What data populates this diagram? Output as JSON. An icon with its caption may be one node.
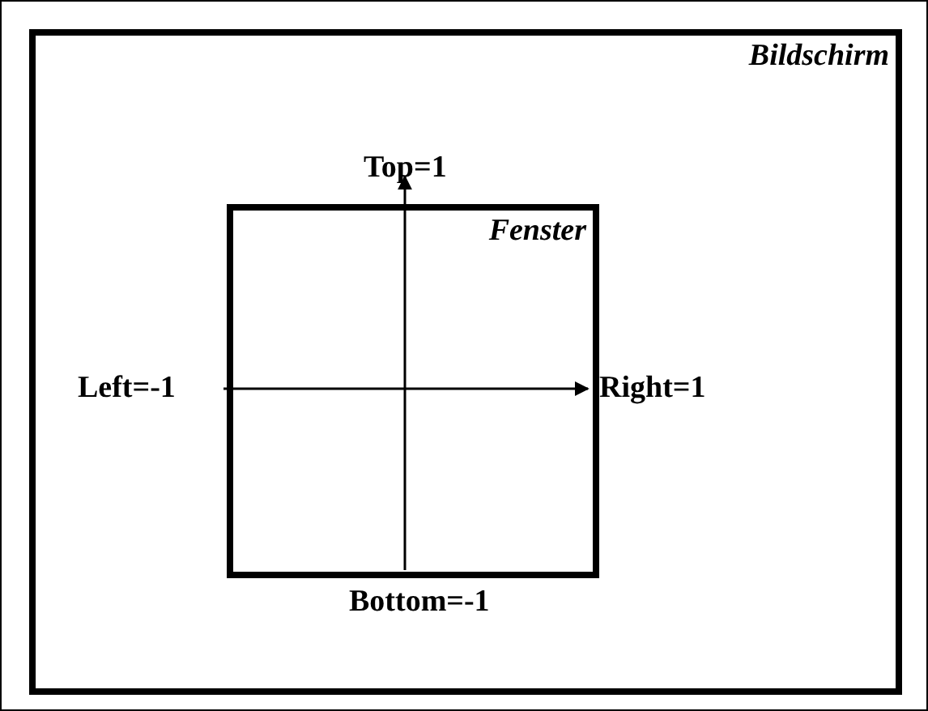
{
  "diagram": {
    "nodes": [
      {
        "text": [
          "Bildschirm"
        ]
      },
      {
        "text": [
          "Fenster"
        ],
        "in": 0
      }
    ],
    "labels": [
      "Top=1",
      "Left=-1",
      "Right=1",
      "Bottom=-1"
    ]
  }
}
